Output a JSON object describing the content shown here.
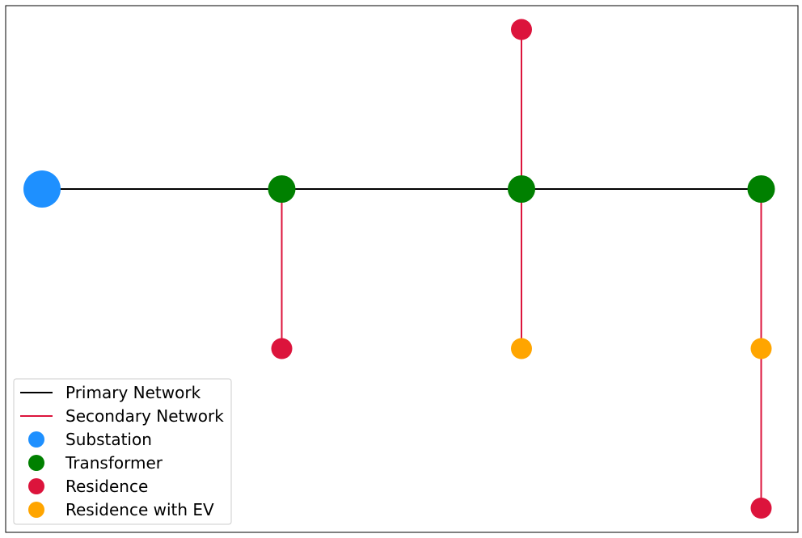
{
  "colors": {
    "primary_edge": "#000000",
    "secondary_edge": "#dc143c",
    "substation": "#1e90ff",
    "transformer": "#008000",
    "residence": "#dc143c",
    "residence_ev": "#ffa500"
  },
  "nodes": [
    {
      "id": "S",
      "kind": "substation",
      "x": 0,
      "y": 0
    },
    {
      "id": "T1",
      "kind": "transformer",
      "x": 1,
      "y": 0
    },
    {
      "id": "T2",
      "kind": "transformer",
      "x": 2,
      "y": 0
    },
    {
      "id": "T3",
      "kind": "transformer",
      "x": 3,
      "y": 0
    },
    {
      "id": "R1",
      "kind": "residence",
      "x": 1,
      "y": -1
    },
    {
      "id": "R2",
      "kind": "residence_ev",
      "x": 2,
      "y": -1
    },
    {
      "id": "R3",
      "kind": "residence",
      "x": 2,
      "y": 1
    },
    {
      "id": "R4",
      "kind": "residence_ev",
      "x": 3,
      "y": -1
    },
    {
      "id": "R5",
      "kind": "residence",
      "x": 3,
      "y": -2
    }
  ],
  "edges": [
    {
      "from": "S",
      "to": "T1",
      "kind": "primary"
    },
    {
      "from": "T1",
      "to": "T2",
      "kind": "primary"
    },
    {
      "from": "T2",
      "to": "T3",
      "kind": "primary"
    },
    {
      "from": "T1",
      "to": "R1",
      "kind": "secondary"
    },
    {
      "from": "T2",
      "to": "R2",
      "kind": "secondary"
    },
    {
      "from": "T2",
      "to": "R3",
      "kind": "secondary"
    },
    {
      "from": "T3",
      "to": "R4",
      "kind": "secondary"
    },
    {
      "from": "T3",
      "to": "R5",
      "kind": "secondary"
    }
  ],
  "legend": {
    "items": [
      {
        "label": "Primary Network",
        "marker": "line",
        "color_key": "primary_edge"
      },
      {
        "label": "Secondary Network",
        "marker": "line",
        "color_key": "secondary_edge"
      },
      {
        "label": "Substation",
        "marker": "dot",
        "color_key": "substation"
      },
      {
        "label": "Transformer",
        "marker": "dot",
        "color_key": "transformer"
      },
      {
        "label": "Residence",
        "marker": "dot",
        "color_key": "residence"
      },
      {
        "label": "Residence with EV",
        "marker": "dot",
        "color_key": "residence_ev"
      }
    ]
  }
}
